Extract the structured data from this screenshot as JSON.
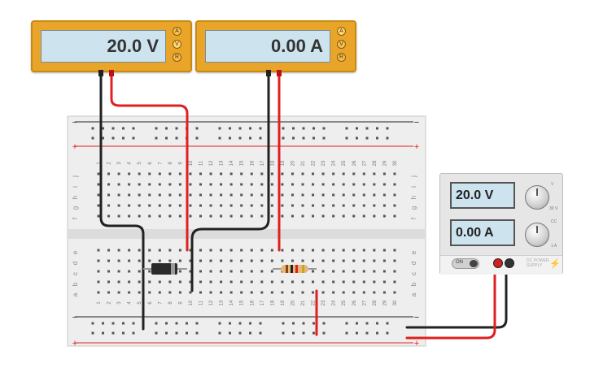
{
  "voltmeter": {
    "reading": "20.0 V",
    "buttons": [
      "A",
      "V",
      "R"
    ],
    "selected": "V"
  },
  "ammeter": {
    "reading": "0.00 A",
    "buttons": [
      "A",
      "V",
      "R"
    ],
    "selected": "A"
  },
  "power_supply": {
    "voltage_display": "20.0 V",
    "current_display": "0.00 A",
    "voltage_knob_label": "30 V",
    "current_knob_label": "1 A",
    "voltage_mode": "V",
    "current_mode": "CC",
    "switch_label": "ON",
    "brand": "DC POWER SUPPLY"
  },
  "breadboard": {
    "rail_minus": "−",
    "rail_plus": "+",
    "row_letters_top": [
      "j",
      "i",
      "h",
      "g",
      "f"
    ],
    "row_letters_bottom": [
      "e",
      "d",
      "c",
      "b",
      "a"
    ],
    "columns": 30
  },
  "components": {
    "diode": "diode",
    "resistor": "resistor"
  },
  "colors": {
    "wire_red": "#e02020",
    "wire_black": "#222222",
    "meter_body": "#e8a52a",
    "lcd": "#cde3ee"
  }
}
